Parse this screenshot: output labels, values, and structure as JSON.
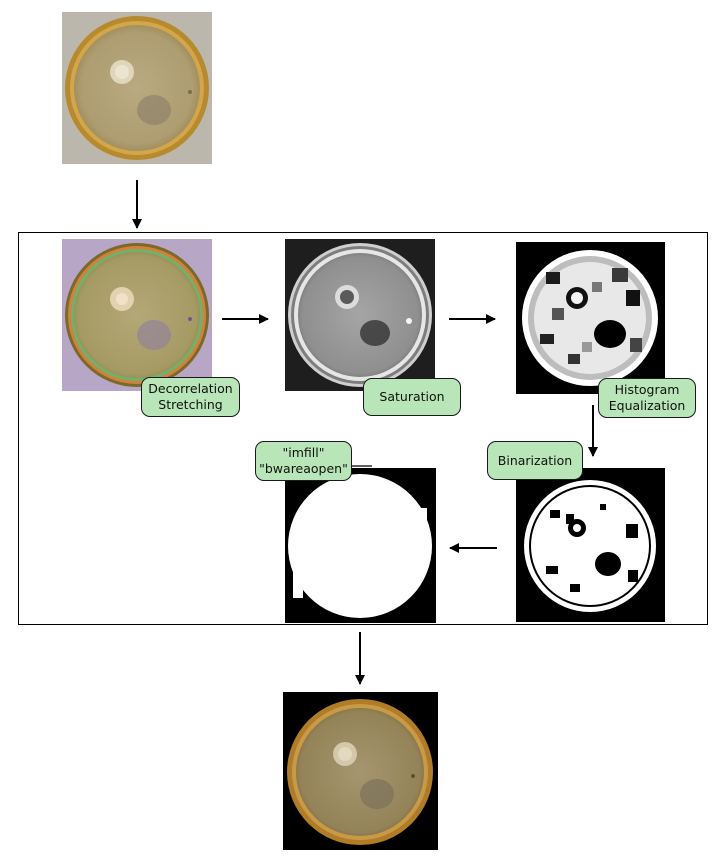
{
  "steps": {
    "decorrelation": {
      "line1": "Decorrelation",
      "line2": "Stretching"
    },
    "saturation": {
      "label": "Saturation"
    },
    "histogram": {
      "line1": "Histogram",
      "line2": "Equalization"
    },
    "binarization": {
      "label": "Binarization"
    },
    "fill": {
      "line1": "\"imfill\"",
      "line2": "\"bwareaopen\""
    }
  },
  "colors": {
    "label_fill": "#b8e6b8",
    "label_border": "#1a1a1a",
    "arrow": "#000000",
    "frame": "#000000"
  }
}
